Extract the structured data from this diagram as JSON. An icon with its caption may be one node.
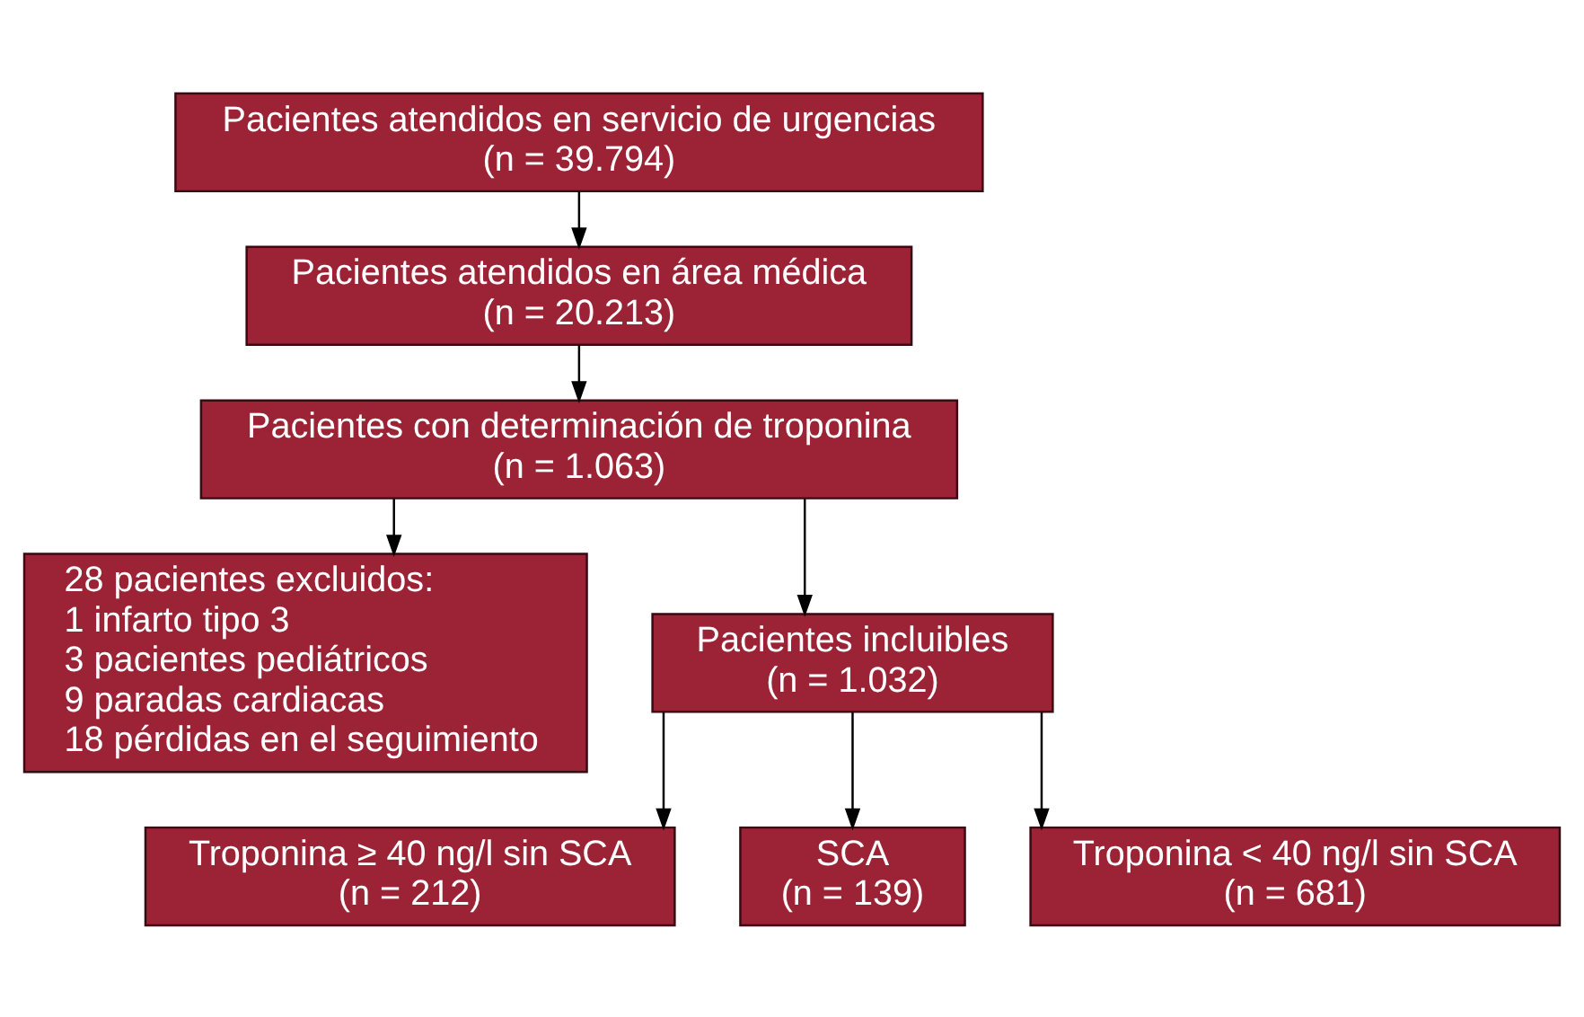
{
  "diagram": {
    "nodes": [
      {
        "text": [
          "Pacientes atendidos en servicio de urgencias",
          "(n = 39.794)"
        ]
      },
      {
        "text": [
          "Pacientes atendidos en área médica",
          "(n = 20.213)"
        ]
      },
      {
        "text": [
          "Pacientes con determinación de troponina",
          "(n = 1.063)"
        ]
      },
      {
        "text": [
          "28 pacientes excluidos:",
          "1 infarto tipo 3",
          "3 pacientes pediátricos",
          "9 paradas cardiacas",
          "18 pérdidas en el seguimiento"
        ]
      },
      {
        "text": [
          "Pacientes incluibles",
          "(n = 1.032)"
        ]
      },
      {
        "text": [
          "Troponina ≥ 40 ng/l sin SCA",
          "(n = 212)"
        ]
      },
      {
        "text": [
          "SCA",
          "(n = 139)"
        ]
      },
      {
        "text": [
          "Troponina < 40 ng/l sin SCA",
          "(n = 681)"
        ]
      }
    ],
    "edges": [
      {
        "from": 0,
        "to": 1,
        "arrow": "to"
      },
      {
        "from": 1,
        "to": 2,
        "arrow": "to"
      },
      {
        "from": 2,
        "to": 3,
        "arrow": "to"
      },
      {
        "from": 2,
        "to": 4,
        "arrow": "to"
      },
      {
        "from": 4,
        "to": 5,
        "arrow": "to"
      },
      {
        "from": 4,
        "to": 6,
        "arrow": "to"
      },
      {
        "from": 4,
        "to": 7,
        "arrow": "to"
      }
    ]
  }
}
